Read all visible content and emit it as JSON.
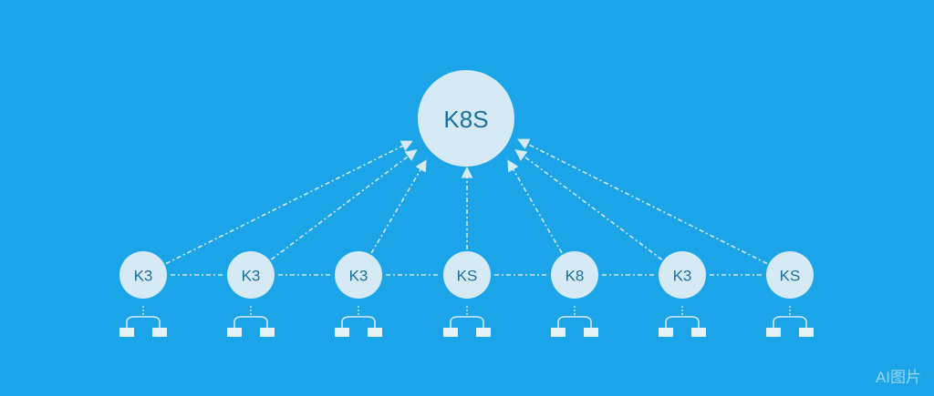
{
  "diagram": {
    "hub": {
      "label": "K8S"
    },
    "nodes": [
      {
        "label": "K3"
      },
      {
        "label": "K3"
      },
      {
        "label": "K3"
      },
      {
        "label": "KS"
      },
      {
        "label": "K8"
      },
      {
        "label": "K3"
      },
      {
        "label": "KS"
      }
    ]
  },
  "watermark": "AI图片",
  "colors": {
    "background": "#1ca4e8",
    "node_fill": "#d6eaf5",
    "text": "#1b6f9e",
    "line": "#d6eaf5"
  }
}
